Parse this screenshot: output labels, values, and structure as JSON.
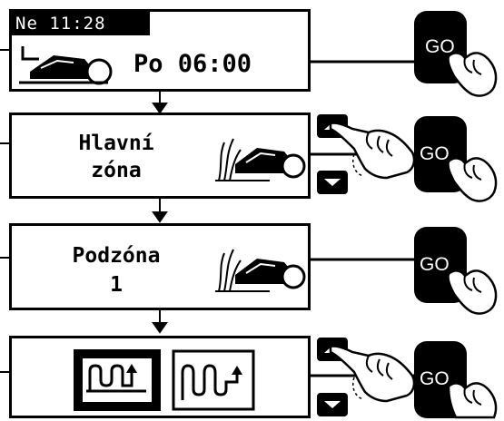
{
  "colors": {
    "lcd_background": "#ffffff",
    "ink": "#000000",
    "button_label": "#ffffff"
  },
  "screen1": {
    "status": "Ne 11:28",
    "schedule": "Po 06:00",
    "icon": "mower-docked-icon"
  },
  "screen2": {
    "line1": "Hlavní",
    "line2": "zóna",
    "icon": "mower-grass-icon"
  },
  "screen3": {
    "line1": "Podzóna",
    "line2": "1",
    "icon": "mower-grass-icon"
  },
  "screen4": {
    "icons": [
      "wire-loop-selected-icon",
      "wire-loop-icon"
    ]
  },
  "buttons": {
    "go_label": "GO"
  }
}
